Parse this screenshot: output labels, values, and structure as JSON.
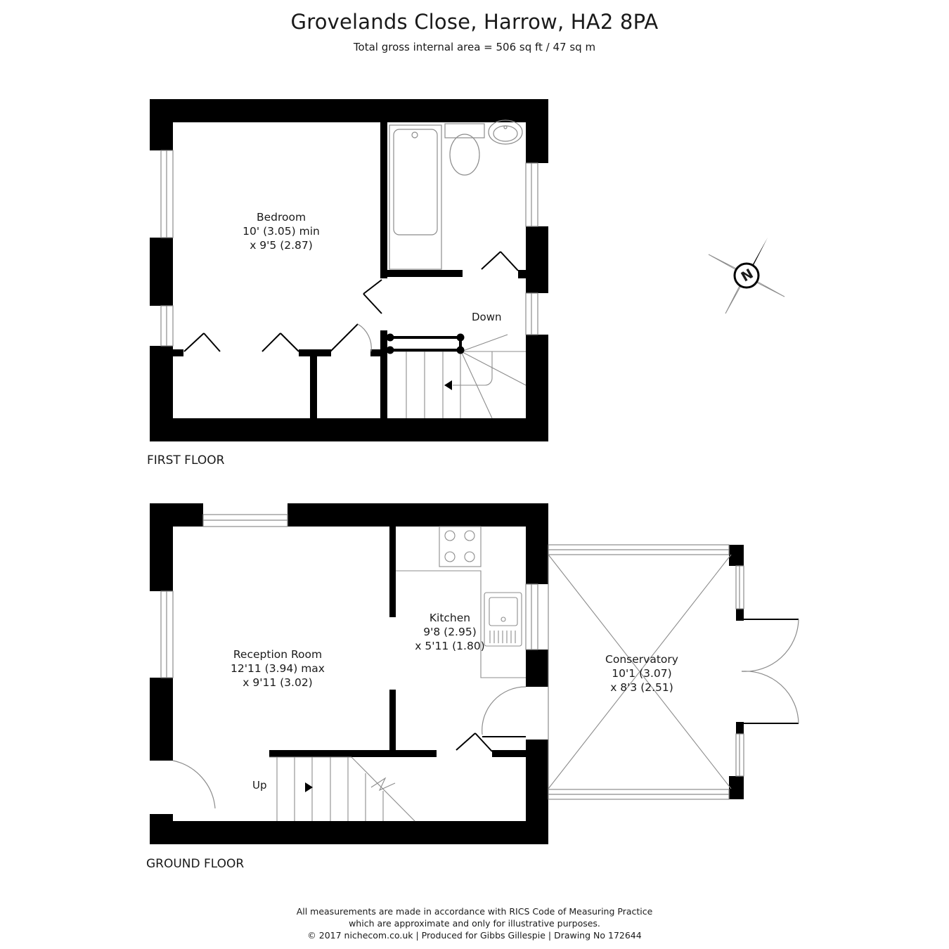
{
  "header": {
    "title": "Grovelands Close, Harrow, HA2 8PA",
    "subtitle": "Total gross internal area =  506 sq ft / 47 sq m"
  },
  "first_floor": {
    "label": "FIRST FLOOR",
    "bedroom": {
      "name": "Bedroom",
      "dim1": "10' (3.05) min",
      "dim2": "x 9'5 (2.87)"
    },
    "stairs_label": "Down"
  },
  "ground_floor": {
    "label": "GROUND FLOOR",
    "reception": {
      "name": "Reception Room",
      "dim1": "12'11 (3.94) max",
      "dim2": "x 9'11 (3.02)"
    },
    "kitchen": {
      "name": "Kitchen",
      "dim1": "9'8 (2.95)",
      "dim2": "x 5'11 (1.80)"
    },
    "conservatory": {
      "name": "Conservatory",
      "dim1": "10'1 (3.07)",
      "dim2": "x 8'3 (2.51)"
    },
    "stairs_label": "Up"
  },
  "compass": {
    "letter": "N",
    "icon": "north-arrow-icon"
  },
  "footer": {
    "line1": "All measurements are made in accordance with RICS Code of Measuring Practice",
    "line2": "which are approximate and only for illustrative purposes.",
    "line3": "© 2017 nichecom.co.uk  |  Produced for Gibbs Gillespie  |  Drawing No 172644"
  },
  "colors": {
    "wall": "#000000",
    "line": "#8c8c8c",
    "text": "#1a1a1a",
    "background": "#ffffff"
  }
}
